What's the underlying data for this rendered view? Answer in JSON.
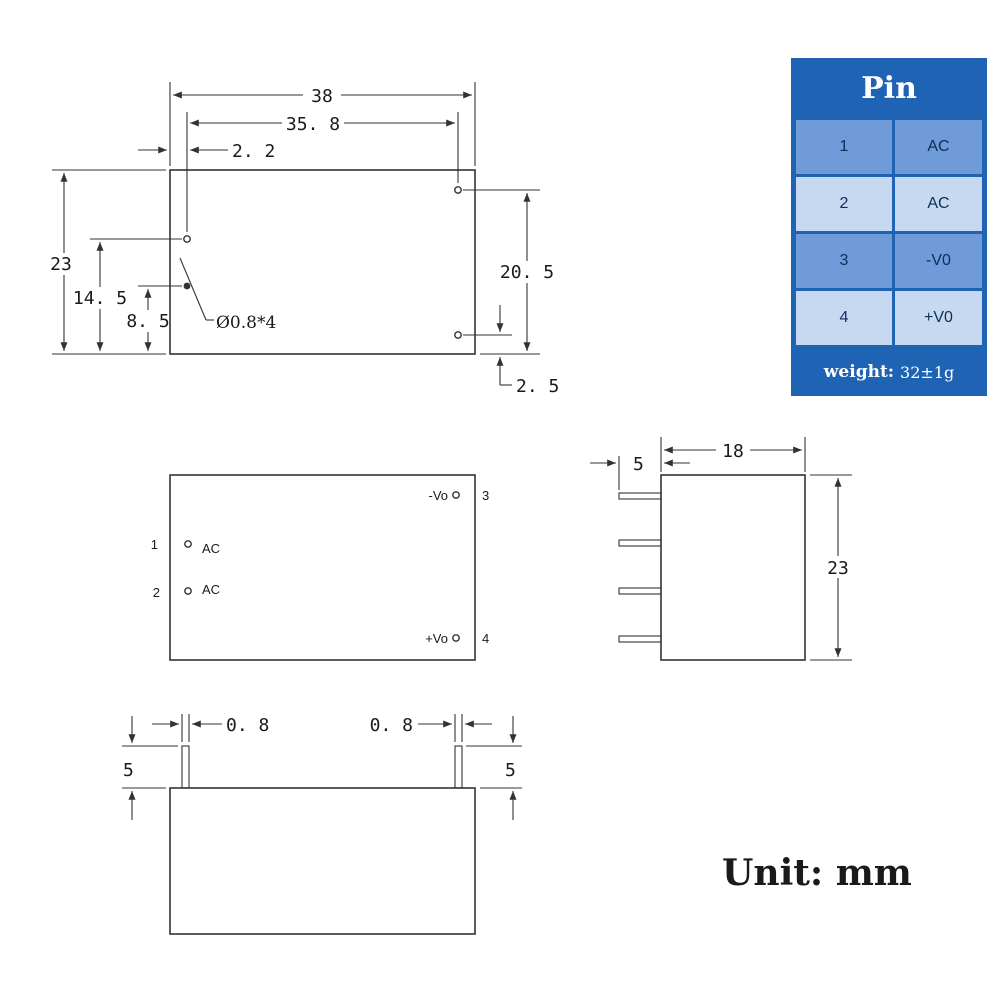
{
  "top_view": {
    "dim_total_width": "38",
    "dim_pin_span": "35. 8",
    "dim_pin_offset": "2. 2",
    "dim_height": "23",
    "dim_pin2_height": "14. 5",
    "dim_pin1_height": "8. 5",
    "dim_right_pin_span": "20. 5",
    "dim_right_pin_offset": "2. 5",
    "pin_diameter": "Ø0.8*4"
  },
  "bottom_view": {
    "pins": [
      {
        "number": "1",
        "label": "AC"
      },
      {
        "number": "2",
        "label": "AC"
      },
      {
        "number": "3",
        "label": "-Vo"
      },
      {
        "number": "4",
        "label": "+Vo"
      }
    ]
  },
  "side_view": {
    "dim_pin_length": "5",
    "dim_body_depth": "18",
    "dim_height": "23"
  },
  "front_view": {
    "dim_left_pin_width": "0. 8",
    "dim_right_pin_width": "0. 8",
    "dim_left_pin_length": "5",
    "dim_right_pin_length": "5"
  },
  "pin_table": {
    "title": "Pin",
    "rows": [
      {
        "pin": "1",
        "function": "AC"
      },
      {
        "pin": "2",
        "function": "AC"
      },
      {
        "pin": "3",
        "function": "-V0"
      },
      {
        "pin": "4",
        "function": "+V0"
      }
    ],
    "weight_label": "weight:",
    "weight_value": "32±1g",
    "colors": {
      "header": "#1f63b5",
      "row_dark": "#6f9bd9",
      "row_light": "#c7d9f1"
    }
  },
  "unit_note": "Unit: mm"
}
